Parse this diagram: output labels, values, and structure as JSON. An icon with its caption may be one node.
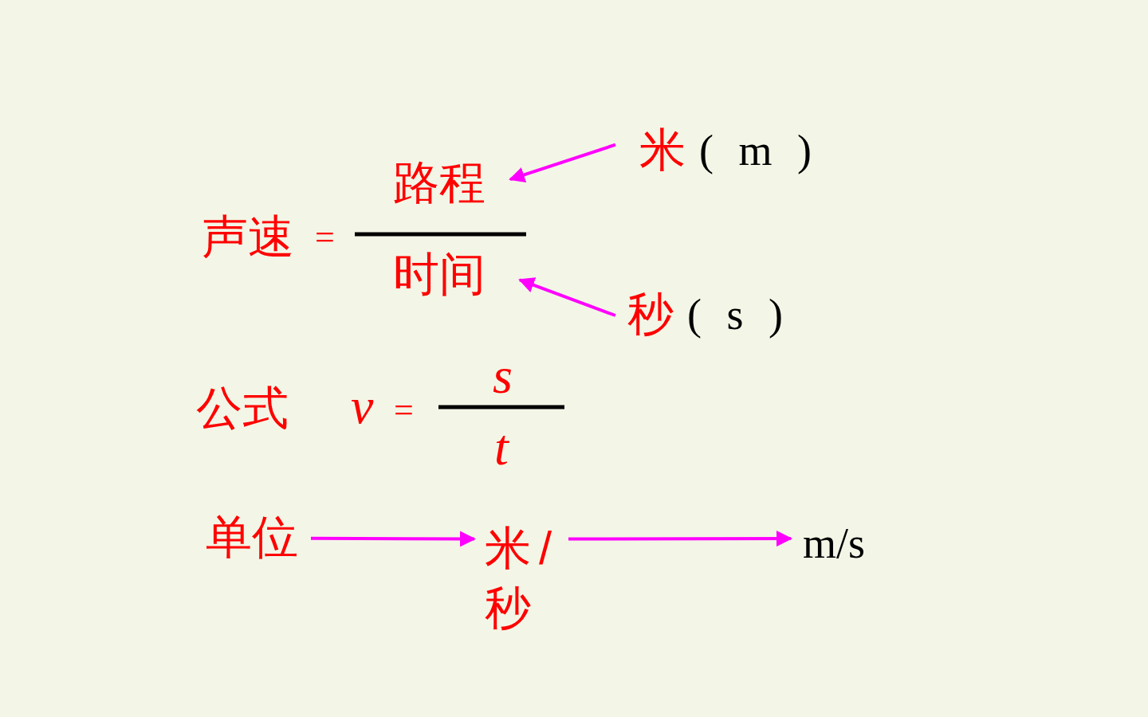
{
  "diagram": {
    "nodes": [
      {
        "text": [
          "路程"
        ]
      },
      {
        "text": [
          "米",
          "( m )"
        ]
      },
      {
        "text": [
          "时间"
        ]
      },
      {
        "text": [
          "秒",
          "( s )"
        ]
      },
      {
        "text": [
          "单位"
        ]
      },
      {
        "text": [
          "米/秒"
        ]
      },
      {
        "text": [
          "m/s"
        ]
      }
    ],
    "edges": [
      {
        "from": 1,
        "to": 0,
        "arrow": "to"
      },
      {
        "from": 3,
        "to": 2,
        "arrow": "to"
      },
      {
        "from": 4,
        "to": 5,
        "arrow": "to"
      },
      {
        "from": 5,
        "to": 6,
        "arrow": "to"
      }
    ],
    "labels": [
      "声速",
      "=",
      "公式",
      "v",
      "=",
      "s",
      "t"
    ]
  }
}
